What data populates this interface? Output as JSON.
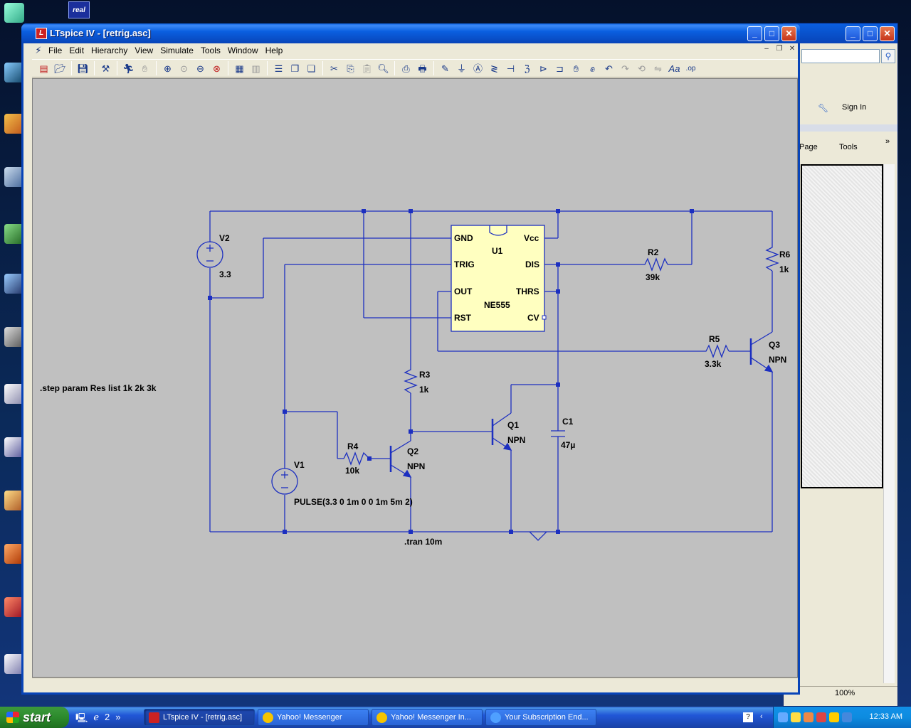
{
  "window": {
    "title": "LTspice IV - [retrig.asc]"
  },
  "menu": [
    "File",
    "Edit",
    "Hierarchy",
    "View",
    "Simulate",
    "Tools",
    "Window",
    "Help"
  ],
  "schematic": {
    "u1": {
      "ref": "U1",
      "part": "NE555",
      "pins_left": [
        "GND",
        "TRIG",
        "OUT",
        "RST"
      ],
      "pins_right": [
        "Vcc",
        "DIS",
        "THRS",
        "CV"
      ]
    },
    "v2": {
      "ref": "V2",
      "value": "3.3"
    },
    "v1": {
      "ref": "V1",
      "value": "PULSE(3.3 0 1m 0 0 1m 5m 2)"
    },
    "r2": {
      "ref": "R2",
      "value": "39k"
    },
    "r6": {
      "ref": "R6",
      "value": "1k"
    },
    "r5": {
      "ref": "R5",
      "value": "3.3k"
    },
    "r3": {
      "ref": "R3",
      "value": "1k"
    },
    "r4": {
      "ref": "R4",
      "value": "10k"
    },
    "q3": {
      "ref": "Q3",
      "value": "NPN"
    },
    "q1": {
      "ref": "Q1",
      "value": "NPN"
    },
    "q2": {
      "ref": "Q2",
      "value": "NPN"
    },
    "c1": {
      "ref": "C1",
      "value": "47µ"
    },
    "directive_step": ".step param Res list 1k 2k 3k",
    "directive_tran": ".tran 10m"
  },
  "ie_window": {
    "sign_in": "Sign In",
    "page": "Page",
    "tools": "Tools",
    "zoom": "100%"
  },
  "taskbar": {
    "start": "start",
    "buttons": [
      "LTspice IV - [retrig.asc]",
      "Yahoo! Messenger",
      "Yahoo! Messenger In...",
      "Your Subscription End..."
    ],
    "time": "12:33 AM",
    "quick_count": "2"
  },
  "desktop": {
    "real_icon": "real"
  },
  "colors": {
    "wire": "#1c2fc0",
    "ic_fill": "#ffffc0",
    "canvas": "#c0c0c0",
    "titlebar": "#0a5fe0"
  }
}
